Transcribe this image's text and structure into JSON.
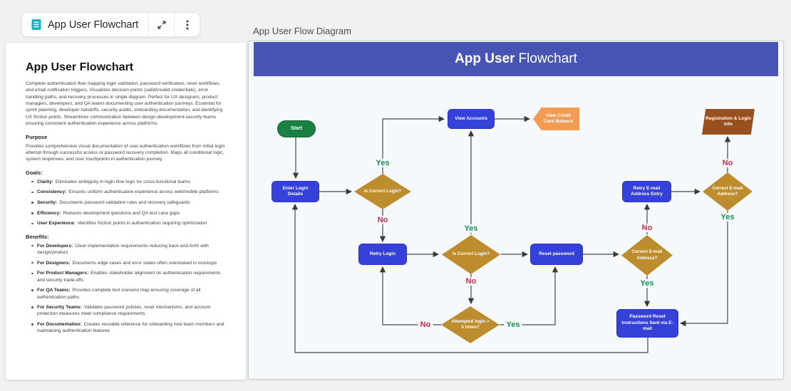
{
  "toolbar": {
    "title": "App User Flowchart",
    "icons": [
      "document-icon",
      "expand-icon",
      "kebab-menu-icon"
    ]
  },
  "document_panel": {
    "title": "App User Flowchart",
    "intro": "Complete authentication flow mapping login validation, password verification, reset workflows, and email notification triggers. Visualizes decision points (valid/invalid credentials), error handling paths, and recovery processes in single diagram. Perfect for UX designers, product managers, developers, and QA teams documenting user authentication journeys. Essential for sprint planning, developer handoffs, security audits, onboarding documentation, and identifying UX friction points. Streamlines communication between design-development-security teams ensuring consistent authentication experience across platforms.",
    "purpose_heading": "Purpose",
    "purpose_text": "Provides comprehensive visual documentation of user authentication workflows from initial login attempt through successful access or password recovery completion. Maps all conditional logic, system responses, and user touchpoints in authentication journey.",
    "goals_heading": "Goals:",
    "goals": [
      {
        "term": "Clarity:",
        "text": "Eliminates ambiguity in login flow logic for cross-functional teams"
      },
      {
        "term": "Consistency:",
        "text": "Ensures uniform authentication experience across web/mobile platforms"
      },
      {
        "term": "Security:",
        "text": "Documents password validation rules and recovery safeguards"
      },
      {
        "term": "Efficiency:",
        "text": "Reduces development questions and QA test case gaps"
      },
      {
        "term": "User Experience:",
        "text": "Identifies friction points in authentication requiring optimization"
      }
    ],
    "benefits_heading": "Benefits:",
    "benefits": [
      {
        "term": "For Developers:",
        "text": "Clear implementation requirements reducing back-and-forth with design/product"
      },
      {
        "term": "For Designers:",
        "text": "Documents edge cases and error states often overlooked in mockups"
      },
      {
        "term": "For Product Managers:",
        "text": "Enables stakeholder alignment on authentication requirements and security trade-offs"
      },
      {
        "term": "For QA Teams:",
        "text": "Provides complete test scenario map ensuring coverage of all authentication paths"
      },
      {
        "term": "For Security Teams:",
        "text": "Validates password policies, reset mechanisms, and account protection measures meet compliance requirements"
      },
      {
        "term": "For Documentation:",
        "text": "Creates reusable reference for onboarding new team members and maintaining authentication features"
      }
    ]
  },
  "diagram_panel": {
    "caption": "App User Flow Diagram",
    "banner": {
      "title_bold": "App User",
      "title_regular": "Flowchart",
      "background": "#4754b4"
    },
    "nodes": [
      {
        "id": "start",
        "type": "terminator",
        "label": "Start",
        "color": "#1b8043"
      },
      {
        "id": "enter-login-details",
        "type": "process",
        "label": "Enter Login Details",
        "color": "#3541d9"
      },
      {
        "id": "is-correct-login-1",
        "type": "decision",
        "label": "Is Correct Login?",
        "color": "#bd8c2d"
      },
      {
        "id": "view-accounts",
        "type": "process",
        "label": "View Accounts",
        "color": "#3541d9"
      },
      {
        "id": "view-credit-card-balance",
        "type": "display",
        "label": "View Credit Card Balance",
        "color": "#f19b53"
      },
      {
        "id": "registration-login-info",
        "type": "data",
        "label": "Registration & Login Info",
        "color": "#99501f"
      },
      {
        "id": "retry-email-address-entry",
        "type": "process",
        "label": "Retry E-mail Address Entry",
        "color": "#3541d9"
      },
      {
        "id": "correct-email-address-1",
        "type": "decision",
        "label": "Correct E-mail Address?",
        "color": "#bd8c2d"
      },
      {
        "id": "retry-login",
        "type": "process",
        "label": "Retry Login",
        "color": "#3541d9"
      },
      {
        "id": "is-correct-login-2",
        "type": "decision",
        "label": "Is Correct Login?",
        "color": "#bd8c2d"
      },
      {
        "id": "reset-password",
        "type": "process",
        "label": "Reset password",
        "color": "#3541d9"
      },
      {
        "id": "correct-email-address-2",
        "type": "decision",
        "label": "Correct E-mail Address?",
        "color": "#bd8c2d"
      },
      {
        "id": "attempted-login-3-times",
        "type": "decision",
        "label": "Attempted login > 3 times?",
        "color": "#bd8c2d"
      },
      {
        "id": "password-reset-instructions-sent",
        "type": "process",
        "label": "Password Reset Instructions Sent via E-mail",
        "color": "#3541d9"
      }
    ],
    "labels": [
      {
        "text": "Yes"
      },
      {
        "text": "No"
      },
      {
        "text": "Yes"
      },
      {
        "text": "No"
      },
      {
        "text": "No"
      },
      {
        "text": "Yes"
      },
      {
        "text": "No"
      },
      {
        "text": "Yes"
      },
      {
        "text": "No"
      },
      {
        "text": "Yes"
      }
    ],
    "edges": [
      {
        "from": "start",
        "to": "enter-login-details",
        "label": ""
      },
      {
        "from": "enter-login-details",
        "to": "is-correct-login-1",
        "label": ""
      },
      {
        "from": "is-correct-login-1",
        "to": "view-accounts",
        "label": "Yes"
      },
      {
        "from": "is-correct-login-1",
        "to": "retry-login",
        "label": "No"
      },
      {
        "from": "view-accounts",
        "to": "view-credit-card-balance",
        "label": ""
      },
      {
        "from": "retry-login",
        "to": "is-correct-login-2",
        "label": ""
      },
      {
        "from": "is-correct-login-2",
        "to": "view-accounts",
        "label": "Yes"
      },
      {
        "from": "is-correct-login-2",
        "to": "attempted-login-3-times",
        "label": "No"
      },
      {
        "from": "is-correct-login-2",
        "to": "reset-password",
        "label": ""
      },
      {
        "from": "attempted-login-3-times",
        "to": "retry-login",
        "label": "No"
      },
      {
        "from": "attempted-login-3-times",
        "to": "reset-password",
        "label": "Yes"
      },
      {
        "from": "reset-password",
        "to": "correct-email-address-2",
        "label": ""
      },
      {
        "from": "correct-email-address-2",
        "to": "retry-email-address-entry",
        "label": "No"
      },
      {
        "from": "correct-email-address-2",
        "to": "password-reset-instructions-sent",
        "label": "Yes"
      },
      {
        "from": "retry-email-address-entry",
        "to": "correct-email-address-1",
        "label": ""
      },
      {
        "from": "correct-email-address-1",
        "to": "registration-login-info",
        "label": "No"
      },
      {
        "from": "correct-email-address-1",
        "to": "password-reset-instructions-sent",
        "label": "Yes"
      },
      {
        "from": "password-reset-instructions-sent",
        "to": "enter-login-details",
        "label": ""
      }
    ],
    "status_colors": {
      "yes": "#13934f",
      "no": "#c52b49",
      "edge": "#474747"
    }
  }
}
